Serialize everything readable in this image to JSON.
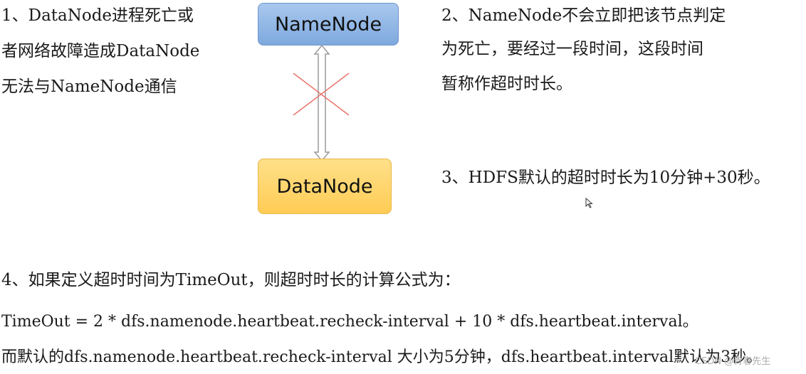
{
  "left_note": {
    "lines": [
      "1、DataNode进程死亡或",
      "者网络故障造成DataNode",
      "无法与NameNode通信"
    ]
  },
  "right_note_2": {
    "lines": [
      "2、NameNode不会立即把该节点判定",
      "为死亡，要经过一段时间，这段时间",
      "暂称作超时时长。"
    ]
  },
  "right_note_3": "3、HDFS默认的超时时长为10分钟+30秒。",
  "diagram": {
    "top_node": "NameNode",
    "bottom_node": "DataNode",
    "colors": {
      "namenode_fill": "#8fb5e6",
      "datanode_fill": "#ffd76e",
      "cross": "#e8756a",
      "arrow": "#9a9a9a"
    }
  },
  "formula": {
    "intro": "4、如果定义超时时间为TimeOut，则超时时长的计算公式为：",
    "equation": "TimeOut  = 2 * dfs.namenode.heartbeat.recheck-interval + 10 * dfs.heartbeat.interval。",
    "defaults": "而默认的dfs.namenode.heartbeat.recheck-interval 大小为5分钟，dfs.heartbeat.interval默认为3秒。"
  },
  "watermark": "CSDN @青春先生"
}
